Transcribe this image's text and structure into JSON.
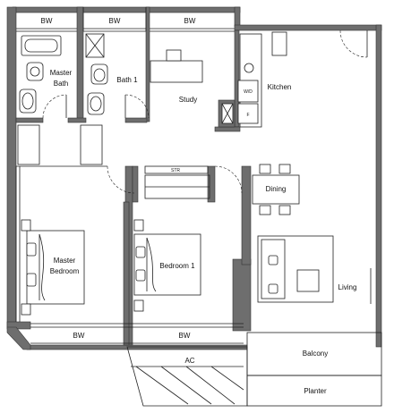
{
  "rooms": {
    "bw_top_1": "BW",
    "bw_top_2": "BW",
    "bw_top_3": "BW",
    "bw_bottom_1": "BW",
    "bw_bottom_2": "BW",
    "master_bath_line1": "Master",
    "master_bath_line2": "Bath",
    "bath1": "Bath 1",
    "study": "Study",
    "kitchen": "Kitchen",
    "dining": "Dining",
    "master_bedroom_line1": "Master",
    "master_bedroom_line2": "Bedroom",
    "bedroom1": "Bedroom 1",
    "living": "Living",
    "balcony": "Balcony",
    "planter": "Planter",
    "ac": "AC",
    "store": "STR",
    "wm": "W/D",
    "fridge": "F"
  }
}
